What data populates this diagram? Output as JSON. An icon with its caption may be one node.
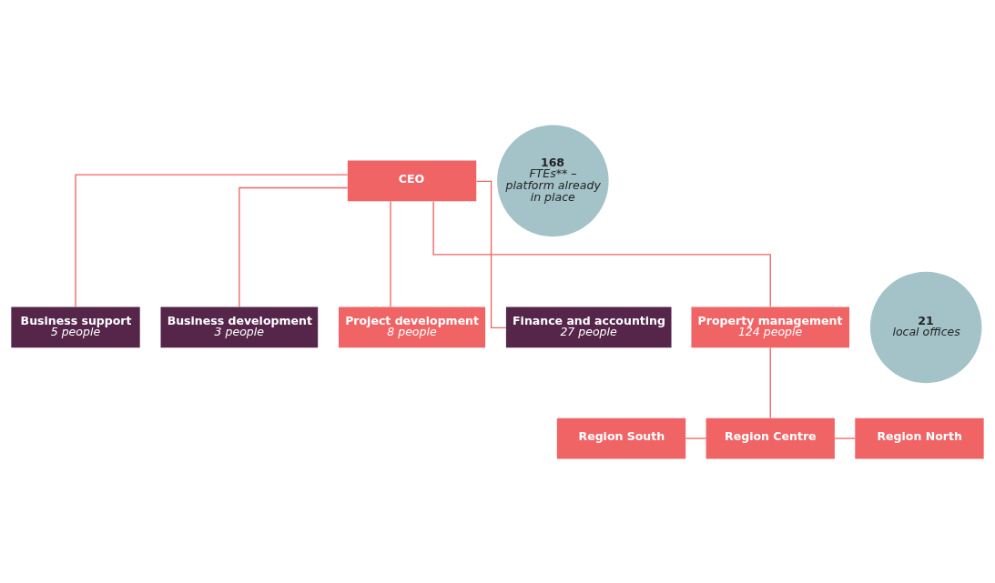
{
  "diagram": {
    "nodes": [
      {
        "text": [
          "CEO"
        ]
      },
      {
        "text": [
          "Business support",
          "5 people"
        ]
      },
      {
        "text": [
          "Business development",
          "3 people"
        ]
      },
      {
        "text": [
          "Project development",
          "8 people"
        ]
      },
      {
        "text": [
          "Finance and accounting",
          "27 people"
        ]
      },
      {
        "text": [
          "Property management",
          "124 people"
        ]
      },
      {
        "text": [
          "168",
          "FTEs** – platform already in place"
        ]
      },
      {
        "text": [
          "21",
          "local offices"
        ]
      },
      {
        "text": [
          "Region South"
        ]
      },
      {
        "text": [
          "Region Centre"
        ]
      },
      {
        "text": [
          "Region North"
        ]
      }
    ],
    "edges": [
      {
        "from": 0,
        "to": 1,
        "arrow": "none"
      },
      {
        "from": 0,
        "to": 2,
        "arrow": "none"
      },
      {
        "from": 0,
        "to": 4,
        "arrow": "none"
      },
      {
        "from": 0,
        "to": 3,
        "arrow": "none"
      },
      {
        "from": 0,
        "to": 5,
        "arrow": "none"
      },
      {
        "from": 5,
        "to": 9,
        "arrow": "none"
      },
      {
        "from": 8,
        "to": 9,
        "arrow": "none"
      },
      {
        "from": 9,
        "to": 10,
        "arrow": "none"
      }
    ]
  }
}
